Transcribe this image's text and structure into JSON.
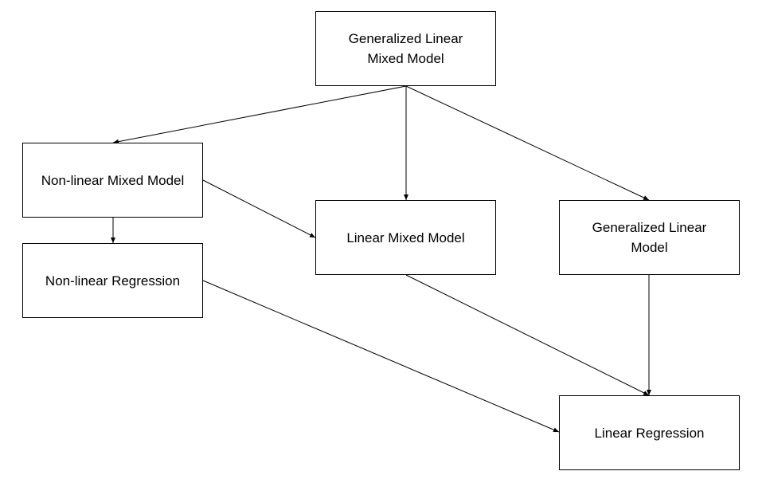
{
  "diagram": {
    "nodes": {
      "glmm": "Generalized Linear Mixed Model",
      "nlmm": "Non-linear Mixed Model",
      "lmm": "Linear Mixed Model",
      "glm": "Generalized Linear Model",
      "nlr": "Non-linear Regression",
      "lr": "Linear Regression"
    },
    "edges": [
      {
        "from": "glmm",
        "to": "nlmm"
      },
      {
        "from": "glmm",
        "to": "lmm"
      },
      {
        "from": "glmm",
        "to": "glm"
      },
      {
        "from": "nlmm",
        "to": "nlr"
      },
      {
        "from": "nlmm",
        "to": "lmm"
      },
      {
        "from": "nlr",
        "to": "lr"
      },
      {
        "from": "lmm",
        "to": "lr"
      },
      {
        "from": "glm",
        "to": "lr"
      }
    ]
  },
  "colors": {
    "stroke": "#000000",
    "background": "#ffffff"
  }
}
